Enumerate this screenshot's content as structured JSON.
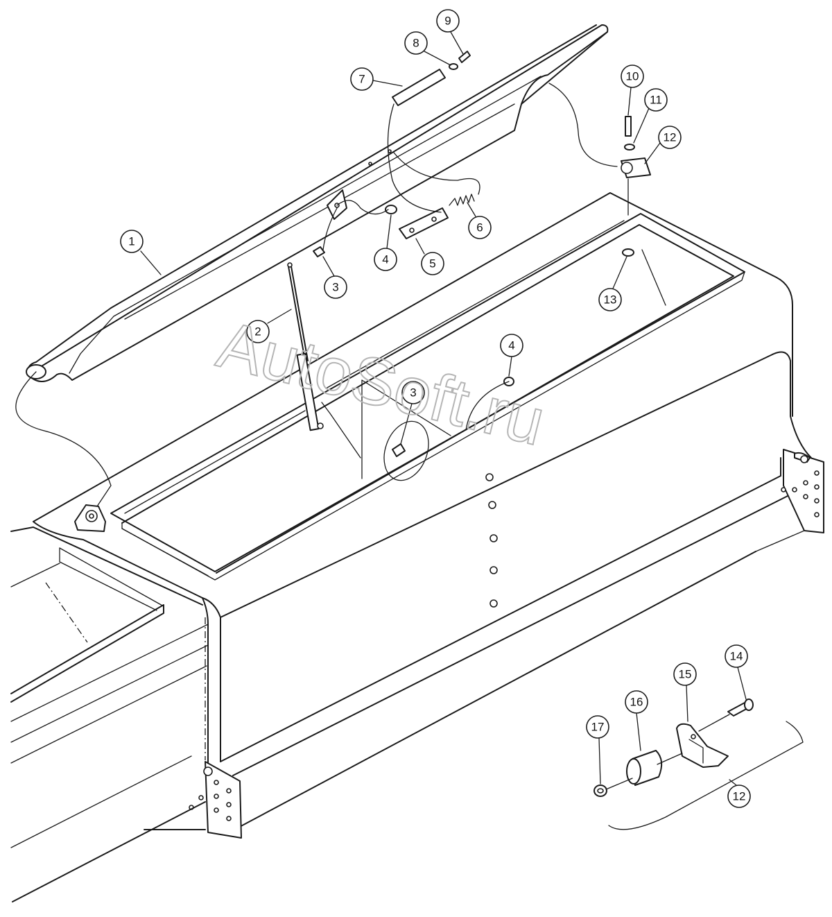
{
  "watermark": "AutoSoft.ru",
  "colors": {
    "line": "#1a1a1a",
    "background": "#ffffff",
    "watermark": "#b5b5b5"
  },
  "callouts": [
    {
      "id": "c1",
      "label": "1"
    },
    {
      "id": "c2",
      "label": "2"
    },
    {
      "id": "c3a",
      "label": "3"
    },
    {
      "id": "c3b",
      "label": "3"
    },
    {
      "id": "c4a",
      "label": "4"
    },
    {
      "id": "c4b",
      "label": "4"
    },
    {
      "id": "c5",
      "label": "5"
    },
    {
      "id": "c6",
      "label": "6"
    },
    {
      "id": "c7",
      "label": "7"
    },
    {
      "id": "c8",
      "label": "8"
    },
    {
      "id": "c9",
      "label": "9"
    },
    {
      "id": "c10",
      "label": "10"
    },
    {
      "id": "c11",
      "label": "11"
    },
    {
      "id": "c12a",
      "label": "12"
    },
    {
      "id": "c12b",
      "label": "12"
    },
    {
      "id": "c13",
      "label": "13"
    },
    {
      "id": "c14",
      "label": "14"
    },
    {
      "id": "c15",
      "label": "15"
    },
    {
      "id": "c16",
      "label": "16"
    },
    {
      "id": "c17",
      "label": "17"
    }
  ]
}
